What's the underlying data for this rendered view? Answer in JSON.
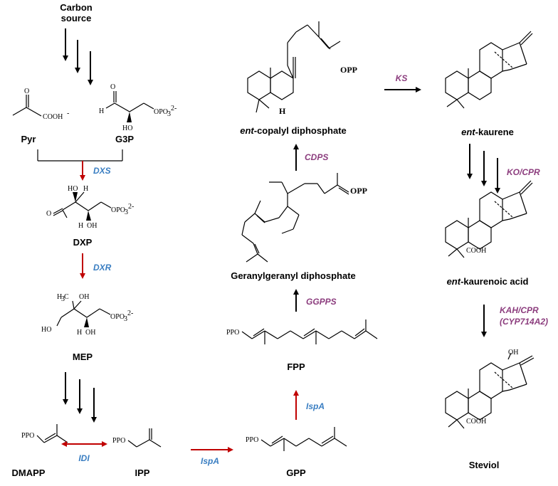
{
  "colors": {
    "mep_enzyme": "#3a7ec2",
    "terpene_enzyme": "#8c3d7e",
    "red_arrow": "#c00000",
    "black": "#000000"
  },
  "labels": {
    "carbon_source_line1": "Carbon",
    "carbon_source_line2": "source",
    "pyr": "Pyr",
    "g3p": "G3P",
    "dxp": "DXP",
    "mep": "MEP",
    "dmapp": "DMAPP",
    "ipp": "IPP",
    "gpp": "GPP",
    "fpp": "FPP",
    "ggpp": "Geranylgeranyl diphosphate",
    "cpp_prefix": "ent",
    "cpp_suffix": "-copalyl diphosphate",
    "kaurene_prefix": "ent",
    "kaurene_suffix": "-kaurene",
    "kaurenoic_prefix": "ent",
    "kaurenoic_suffix": "-kaurenoic acid",
    "steviol": "Steviol"
  },
  "enzymes": {
    "dxs": "DXS",
    "dxr": "DXR",
    "idi": "IDI",
    "ispa_1": "IspA",
    "ispa_2": "IspA",
    "ggpps": "GGPPS",
    "cdps": "CDPS",
    "ks": "KS",
    "ko_cpr": "KO/CPR",
    "kah_cpr": "KAH/CPR",
    "cyp": "(CYP714A2)"
  },
  "atoms": {
    "cooh_minus": "COOH",
    "pyr_o": "O",
    "g3p_o": "O",
    "g3p_h": "H",
    "g3p_ho": "HO",
    "opo3": "OPO",
    "opo3_sub": "3",
    "opo3_sup": "2-",
    "dxp_ho": "HO",
    "dxp_h1": "H",
    "dxp_h2": "H",
    "dxp_oh": "OH",
    "dxp_o": "O",
    "mep_h3c": "H",
    "mep_h3c_sub": "3",
    "mep_c": "C",
    "mep_oh1": "OH",
    "mep_ho": "HO",
    "mep_h": "H",
    "mep_oh2": "OH",
    "ppo": "PPO",
    "opp": "OPP",
    "h": "H",
    "cooh": "COOH",
    "oh": "OH"
  }
}
